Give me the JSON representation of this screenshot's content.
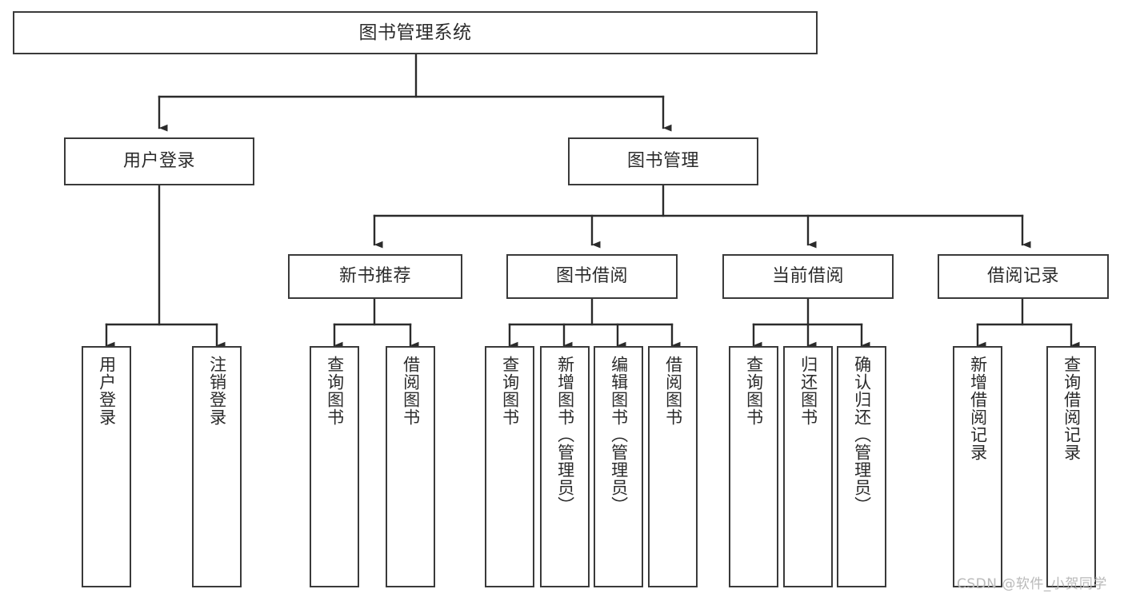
{
  "diagram": {
    "title": "图书管理系统",
    "type": "tree-hierarchy-diagram",
    "root": {
      "label": "图书管理系统"
    },
    "level2": [
      {
        "label": "用户登录"
      },
      {
        "label": "图书管理"
      }
    ],
    "level3": [
      {
        "label": "新书推荐"
      },
      {
        "label": "图书借阅"
      },
      {
        "label": "当前借阅"
      },
      {
        "label": "借阅记录"
      }
    ],
    "leaves": {
      "user_login": [
        {
          "label": "用户登录"
        },
        {
          "label": "注销登录"
        }
      ],
      "new_book_recommend": [
        {
          "label": "查询图书"
        },
        {
          "label": "借阅图书"
        }
      ],
      "book_borrow": [
        {
          "label": "查询图书"
        },
        {
          "label": "新增图书（管理员）"
        },
        {
          "label": "编辑图书（管理员）"
        },
        {
          "label": "借阅图书"
        }
      ],
      "current_borrow": [
        {
          "label": "查询图书"
        },
        {
          "label": "归还图书"
        },
        {
          "label": "确认归还（管理员）"
        }
      ],
      "borrow_record": [
        {
          "label": "新增借阅记录"
        },
        {
          "label": "查询借阅记录"
        }
      ]
    }
  },
  "watermark": {
    "text": "CSDN @软件_小贺同学"
  },
  "colors": {
    "box_border": "#3a3a3a",
    "box_fill": "#ffffff",
    "connector": "#2b2b2b",
    "text": "#2b2b2b",
    "watermark": "#b9b9b9"
  }
}
